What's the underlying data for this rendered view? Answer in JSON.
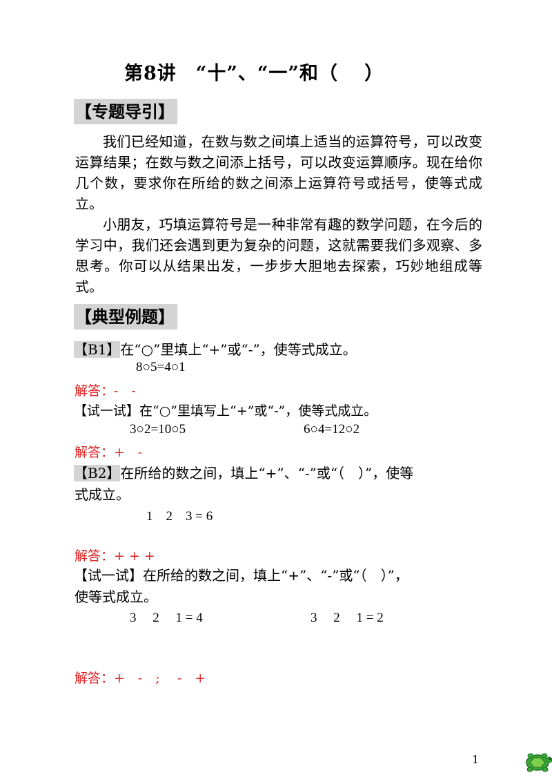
{
  "title": "第8讲　“十”、“一”和（　 ）",
  "section1": {
    "heading": "【专题导引】"
  },
  "intro": {
    "p1": "我们已经知道，在数与数之间填上适当的运算符号，可以改变运算结果；在数与数之间添上括号，可以改变运算顺序。现在给你几个数，要求你在所给的数之间添上运算符号或括号，使等式成立。",
    "p2": "小朋友，巧填运算符号是一种非常有趣的数学问题，在今后的学习中，我们还会遇到更为复杂的问题，这就需要我们多观察、多思考。你可以从结果出发，一步步大胆地去探索，巧妙地组成等式。"
  },
  "section2": {
    "heading": "【典型例题】"
  },
  "b1": {
    "tag": "【B1】",
    "text": "在“○”里填上“+”或“-”，使等式成立。",
    "equation": "8○5=4○1",
    "answer_label": "解答：",
    "answer": "-　-"
  },
  "try1": {
    "tag": "【试一试】",
    "text": "在“○”里填写上“+”或“-”，使等式成立。",
    "eq_a": "3○2=10○5",
    "eq_b": "6○4=12○2",
    "answer_label": "解答：",
    "answer": "+　-"
  },
  "b2": {
    "tag": "【B2】",
    "text_line1": "在所给的数之间，填上“+”、“-”或“（　）”，使等",
    "text_line2": "式成立。",
    "equation": "1　2　3 = 6",
    "answer_label": "解答：",
    "answer": "+ + +"
  },
  "try2": {
    "tag": "【试一试】",
    "text_line1": "在所给的数之间，填上“+”、“-”或“（　）”，",
    "text_line2": "使等式成立。",
    "eq_a": "3　 2　 1 = 4",
    "eq_b": "3　 2　 1 = 2",
    "answer_label": "解答：",
    "answer": "+　-　;　 -　+"
  },
  "page_number": "1",
  "logo_icon": "turtle-logo-icon",
  "colors": {
    "answer": "#e02020",
    "heading_bg": "#d4d4d4",
    "logo": "#2e9e2e"
  }
}
